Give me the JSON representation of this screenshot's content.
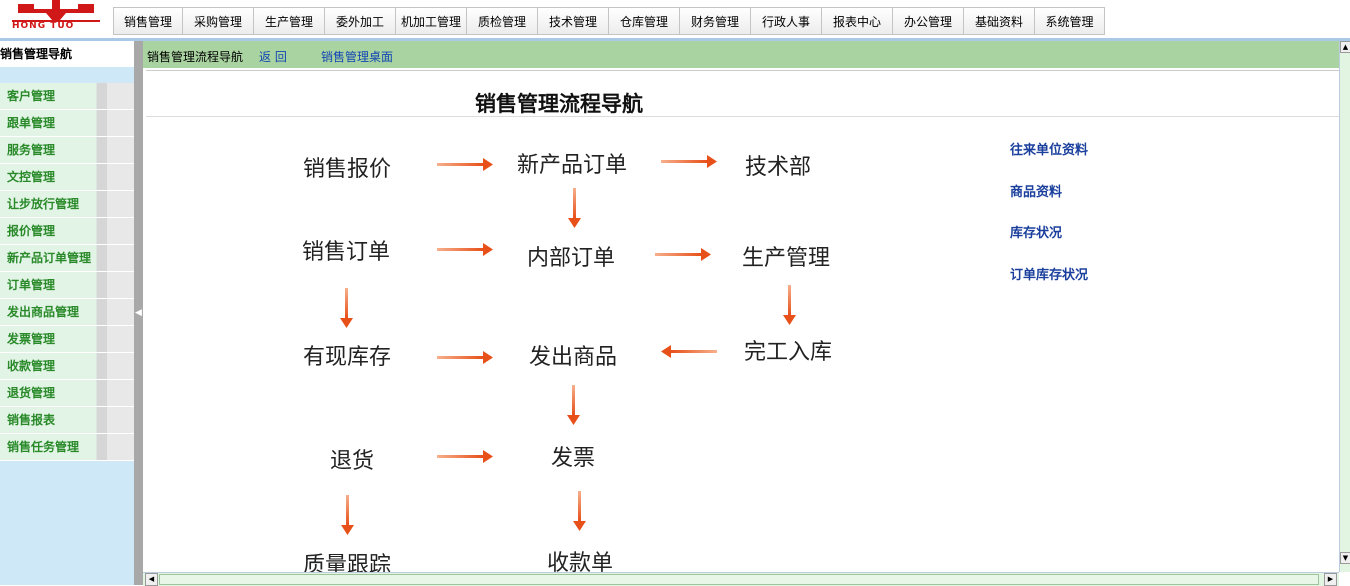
{
  "logo": {
    "text": "HONG TUO",
    "color": "#d01818"
  },
  "top_nav": [
    {
      "label": "销售管理",
      "w": 69
    },
    {
      "label": "采购管理",
      "w": 71
    },
    {
      "label": "生产管理",
      "w": 71
    },
    {
      "label": "委外加工",
      "w": 71
    },
    {
      "label": "机加工管理",
      "w": 71
    },
    {
      "label": "质检管理",
      "w": 71
    },
    {
      "label": "技术管理",
      "w": 71
    },
    {
      "label": "仓库管理",
      "w": 71
    },
    {
      "label": "财务管理",
      "w": 71
    },
    {
      "label": "行政人事",
      "w": 71
    },
    {
      "label": "报表中心",
      "w": 71
    },
    {
      "label": "办公管理",
      "w": 71
    },
    {
      "label": "基础资料",
      "w": 71
    },
    {
      "label": "系统管理",
      "w": 71
    }
  ],
  "sidebar": {
    "title": "销售管理导航",
    "items": [
      "客户管理",
      "跟单管理",
      "服务管理",
      "文控管理",
      "让步放行管理",
      "报价管理",
      "新产品订单管理",
      "订单管理",
      "发出商品管理",
      "发票管理",
      "收款管理",
      "退货管理",
      "销售报表",
      "销售任务管理"
    ]
  },
  "toolbar": {
    "title": "销售管理流程导航",
    "back": "返 回",
    "desktop": "销售管理桌面"
  },
  "page_heading": "销售管理流程导航",
  "flow_nodes": {
    "sales_quote": "销售报价",
    "new_product_order": "新产品订单",
    "tech_dept": "技术部",
    "sales_order": "销售订单",
    "internal_order": "内部订单",
    "production_mgmt": "生产管理",
    "in_stock": "有现库存",
    "ship_goods": "发出商品",
    "completed_storage": "完工入库",
    "return_goods": "退货",
    "invoice": "发票",
    "quality_tracking": "质量跟踪",
    "receipt": "收款单"
  },
  "quick_links": [
    "往来单位资料",
    "商品资料",
    "库存状况",
    "订单库存状况"
  ],
  "colors": {
    "arrow": "#e8501a",
    "link": "#1a3f9c",
    "sidebar_text": "#2a8a2a",
    "toolbar": "#a9d3a0",
    "sidebar_bg": "#cfe8f8"
  }
}
